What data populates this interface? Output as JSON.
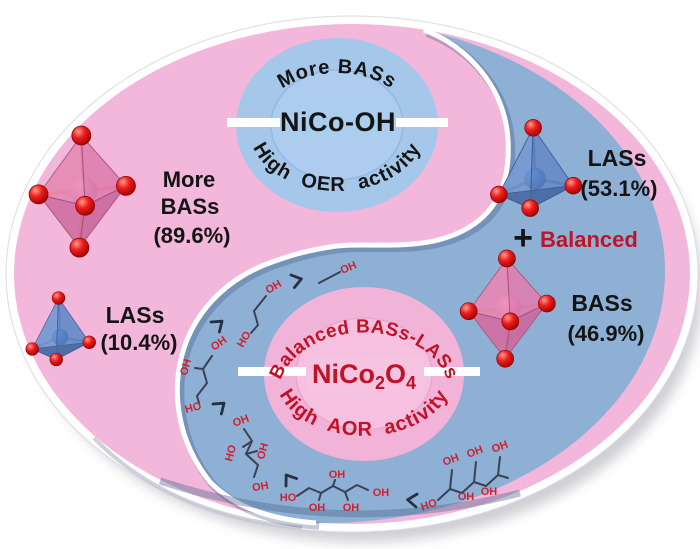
{
  "figure": {
    "oer_circle": {
      "arc_top": "More BASs",
      "label": "NiCo-OH",
      "arc_bottom": "High OER activity"
    },
    "aor_circle": {
      "arc_top": "Balanced BASs-LASs",
      "formula": {
        "p1": "NiCo",
        "sub1": "2",
        "p2": "O",
        "sub2": "4"
      },
      "arc_bottom": "High AOR activity"
    },
    "pink_side": {
      "octahedron_line1": "More",
      "octahedron_line2": "BASs",
      "octahedron_pct": "(89.6%)",
      "tetrahedron_line1": "LASs",
      "tetrahedron_pct": "(10.4%)"
    },
    "blue_side": {
      "tetrahedron_line1": "LASs",
      "tetrahedron_pct": "(53.1%)",
      "plus": "+",
      "balanced": "Balanced",
      "octahedron_line1": "BASs",
      "octahedron_pct": "(46.9%)"
    },
    "labels": {
      "oh": "OH",
      "ho": "HO"
    },
    "molecule_sequence": [
      "methanol",
      "ethylene-glycol",
      "glycerol",
      "erythritol",
      "xylitol",
      "sorbitol"
    ],
    "colors": {
      "pink": "#f2b7da",
      "blue": "#8fb0d5",
      "circle_blue": "#a5c8ea",
      "circle_pink": "#f2b3d8",
      "crimson": "#bf1328",
      "text_black": "#141414",
      "sphere_red": "#e01414",
      "bond": "#3a4156",
      "oh_red": "#d21f2e",
      "rim": "#ffffff"
    }
  }
}
